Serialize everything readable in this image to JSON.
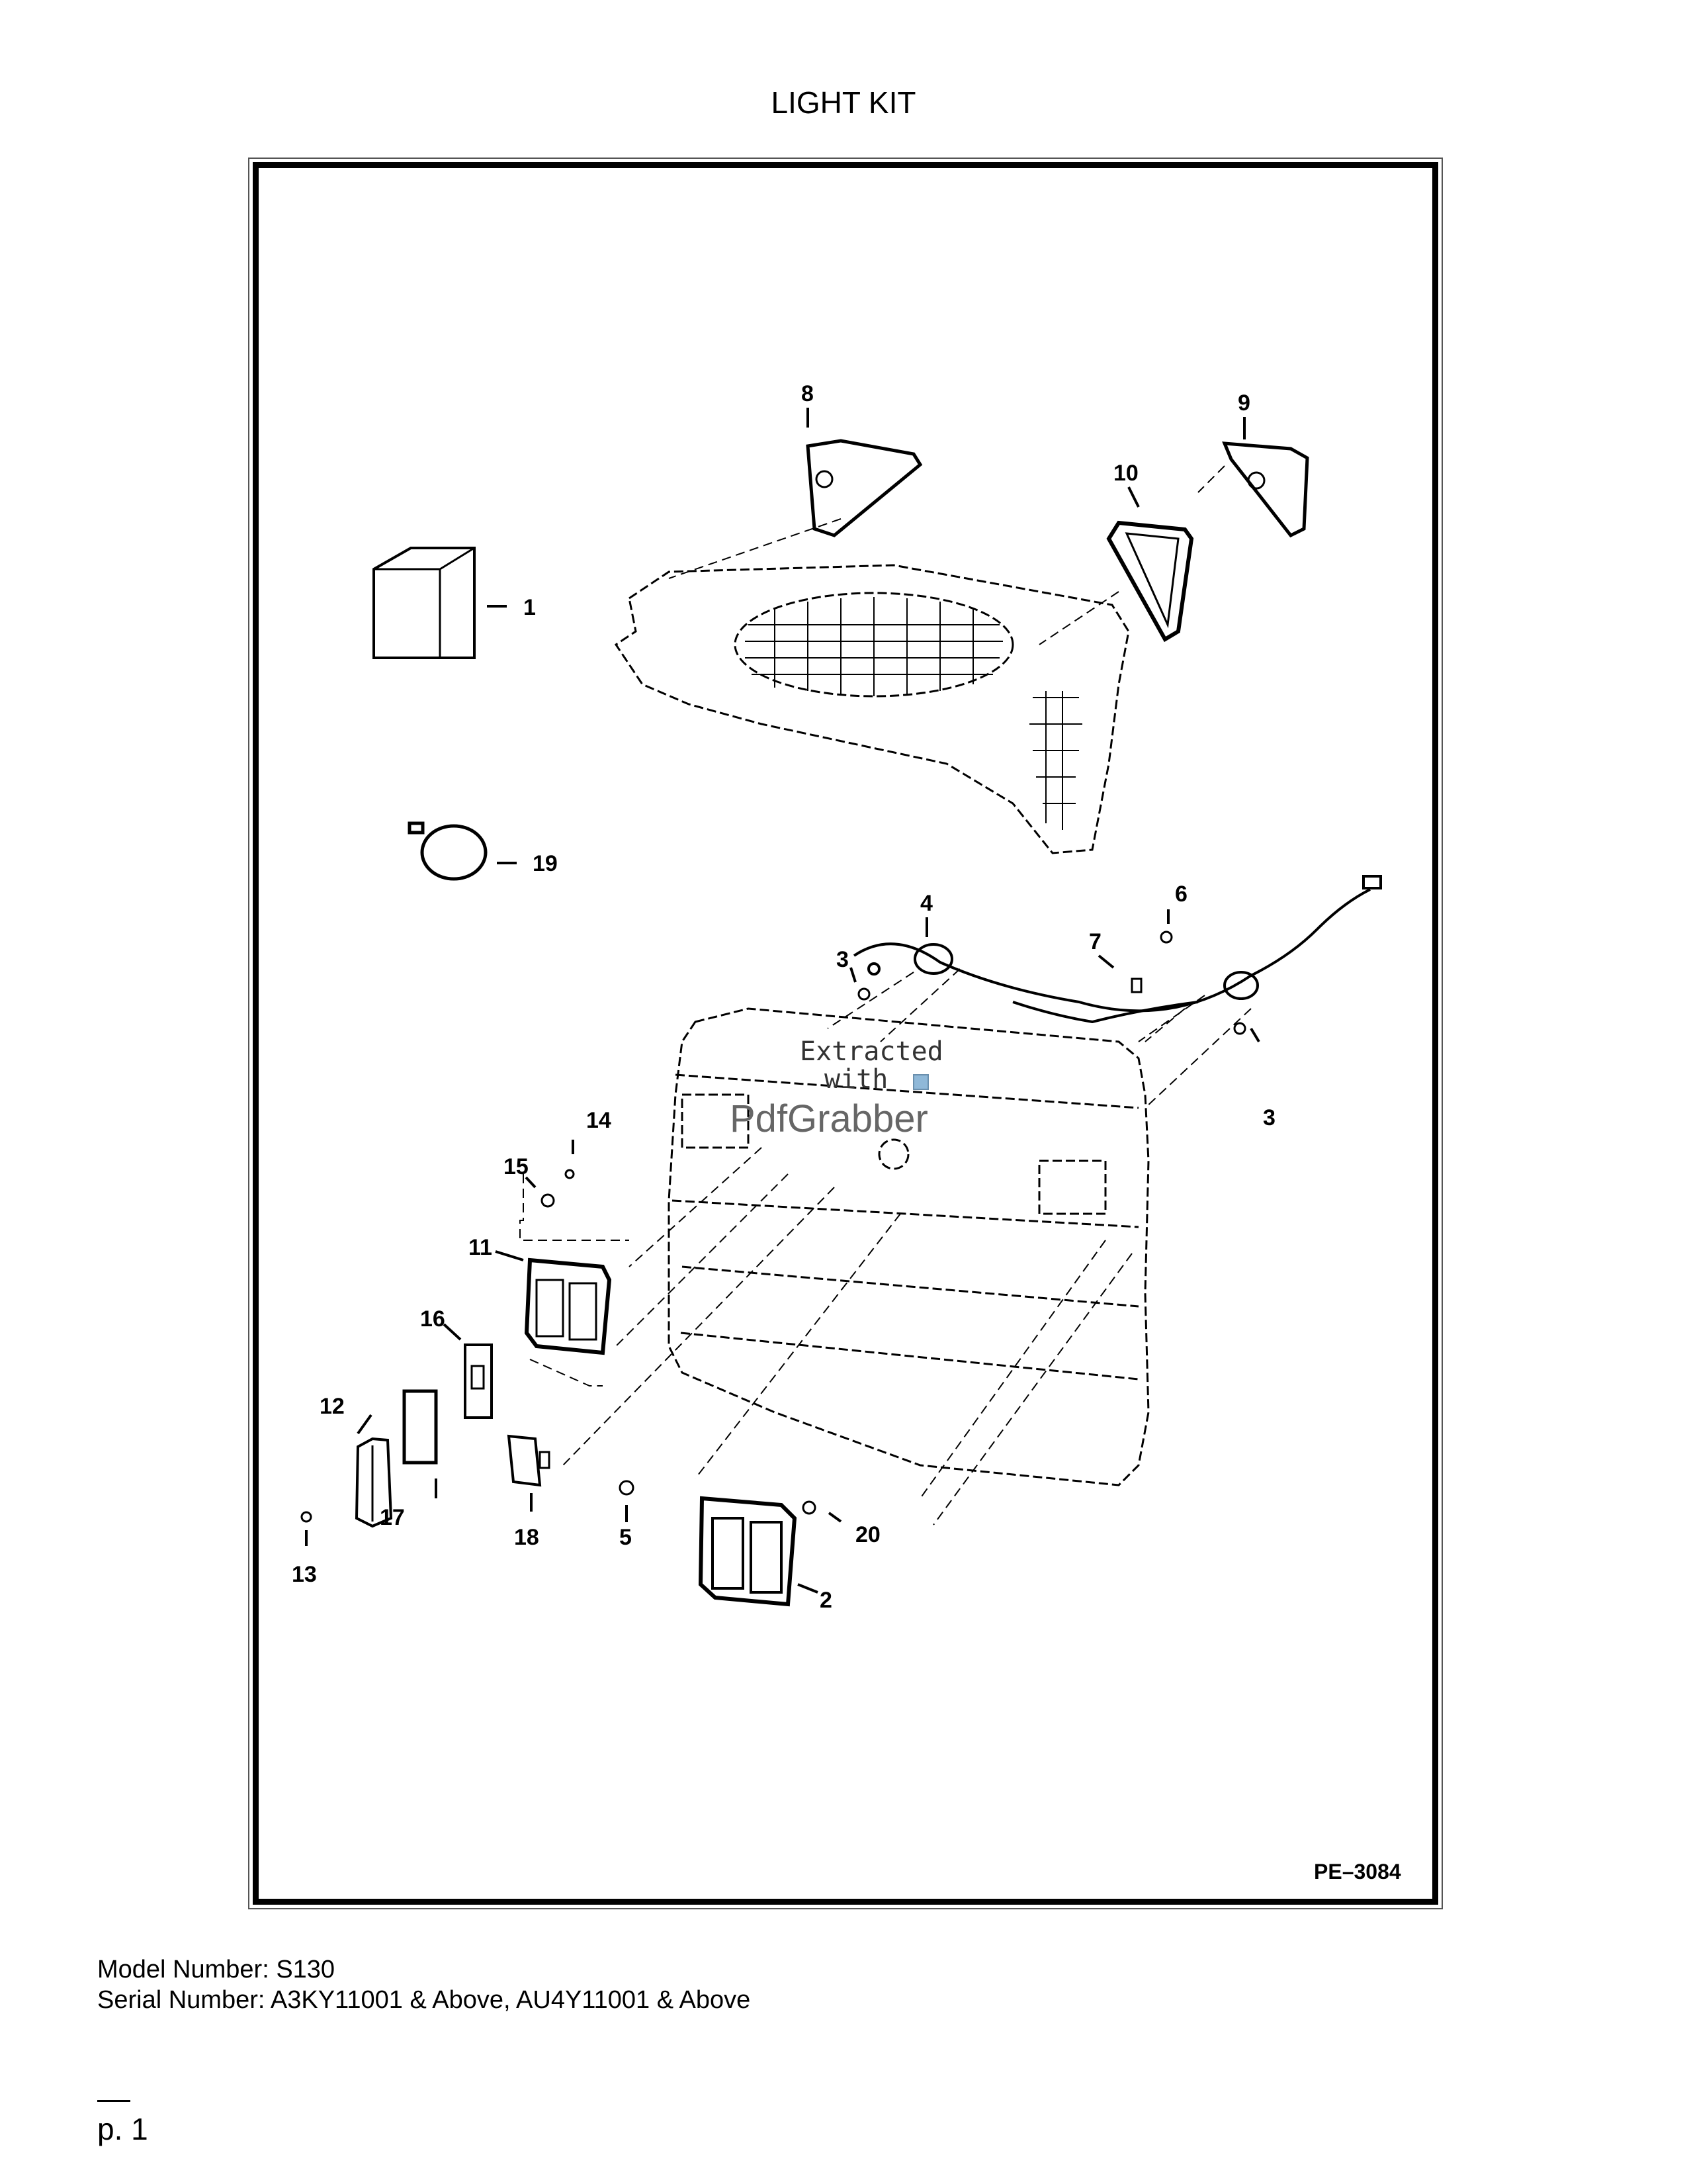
{
  "title": "LIGHT KIT",
  "figure_id": "PE–3084",
  "watermark": {
    "line1": "Extracted",
    "line2": "with",
    "brand": "PdfGrabber"
  },
  "callouts": {
    "c1": "1",
    "c2": "2",
    "c3a": "3",
    "c3b": "3",
    "c4": "4",
    "c5": "5",
    "c6": "6",
    "c7": "7",
    "c8": "8",
    "c9": "9",
    "c10": "10",
    "c11": "11",
    "c12": "12",
    "c13": "13",
    "c14": "14",
    "c15": "15",
    "c16": "16",
    "c17": "17",
    "c18": "18",
    "c19": "19",
    "c20": "20"
  },
  "footer": {
    "model": "Model Number: S130",
    "serial": "Serial Number: A3KY11001 & Above, AU4Y11001 & Above",
    "page": "p. 1"
  }
}
